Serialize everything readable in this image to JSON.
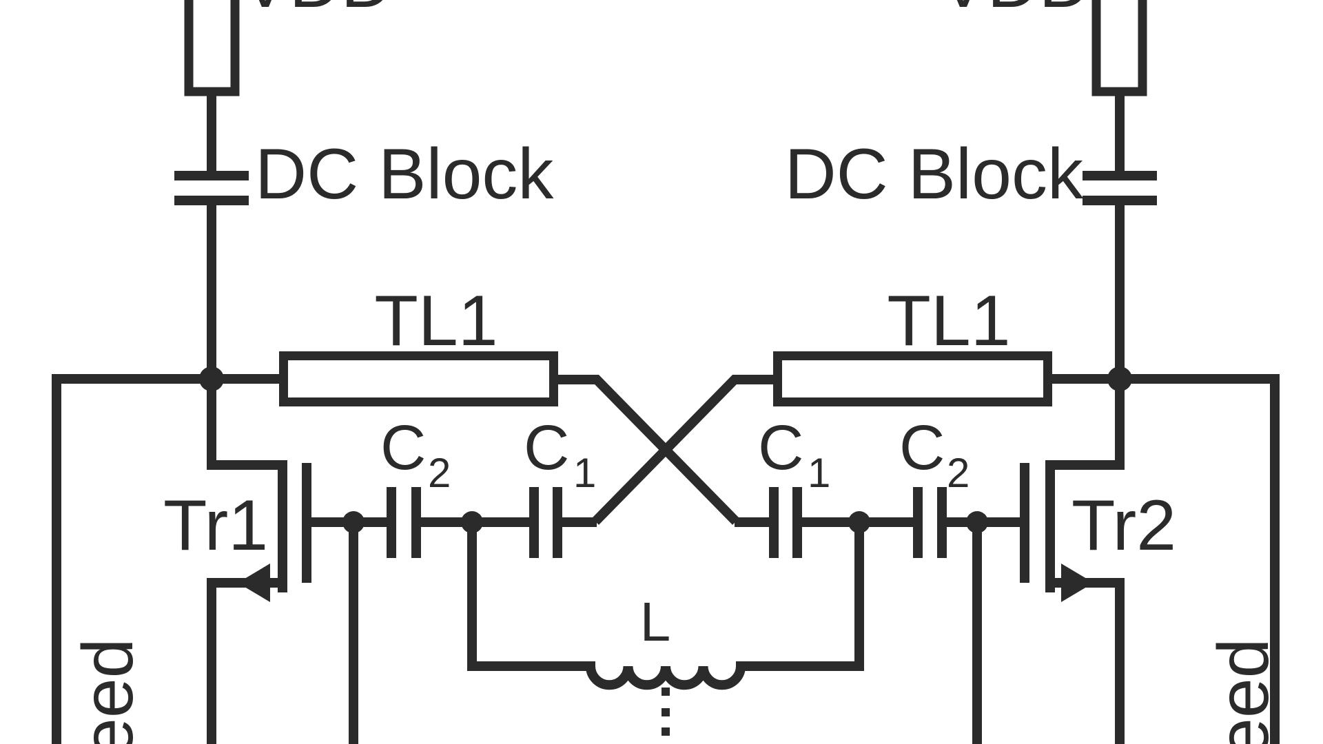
{
  "diagram": {
    "type": "circuit-schematic",
    "description": "Cropped view of a cross-coupled transistor oscillator core: VDD bias resistors into DC block capacitors, TL1 transmission lines, cross-coupled coupling capacitors C1/C2, transistors Tr1 and Tr2, a center inductor L with dotted continuation, and vertical feed lines at both edges",
    "background_color": "#ffffff",
    "line_color": "#2b2b2b"
  },
  "labels": {
    "vdd": "VDD",
    "dc_block": "DC Block",
    "transmission_line": "TL1",
    "transistor_left": "Tr1",
    "transistor_right": "Tr2",
    "cap_symbol": "C",
    "cap_sub_1": "1",
    "cap_sub_2": "2",
    "inductor": "L",
    "feed_partial": "eed"
  },
  "components": [
    {
      "id": "bias-resistor-left",
      "type": "resistor",
      "label": ""
    },
    {
      "id": "bias-resistor-right",
      "type": "resistor",
      "label": ""
    },
    {
      "id": "dc-block-left",
      "type": "capacitor",
      "label": "DC Block"
    },
    {
      "id": "dc-block-right",
      "type": "capacitor",
      "label": "DC Block"
    },
    {
      "id": "tl1-left",
      "type": "transmission-line",
      "label": "TL1"
    },
    {
      "id": "tl1-right",
      "type": "transmission-line",
      "label": "TL1"
    },
    {
      "id": "c2-left",
      "type": "capacitor",
      "label": "C2"
    },
    {
      "id": "c1-left",
      "type": "capacitor",
      "label": "C1"
    },
    {
      "id": "c1-right",
      "type": "capacitor",
      "label": "C1"
    },
    {
      "id": "c2-right",
      "type": "capacitor",
      "label": "C2"
    },
    {
      "id": "tr1",
      "type": "transistor",
      "label": "Tr1"
    },
    {
      "id": "tr2",
      "type": "transistor",
      "label": "Tr2"
    },
    {
      "id": "center-inductor",
      "type": "inductor",
      "label": "L"
    },
    {
      "id": "feed-left",
      "type": "feed-line",
      "label": "eed"
    },
    {
      "id": "feed-right",
      "type": "feed-line",
      "label": "eed"
    }
  ]
}
